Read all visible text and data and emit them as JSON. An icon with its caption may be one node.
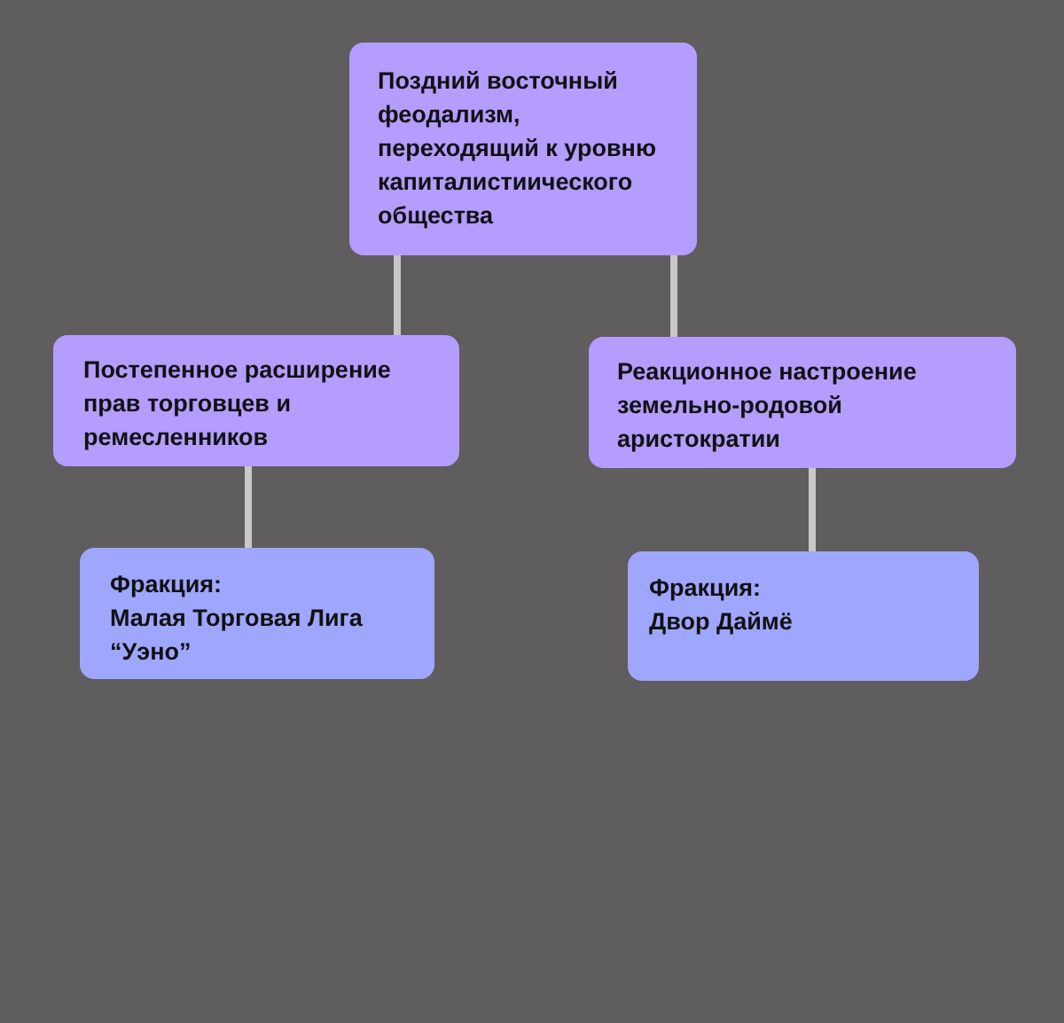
{
  "diagram": {
    "nodes": [
      {
        "text": [
          "Поздний восточный феодализм, переходящий к уровню капиталистиического общества"
        ]
      },
      {
        "text": [
          "Постепенное расширение прав торговцев и ремесленников"
        ]
      },
      {
        "text": [
          "Реакционное настроение земельно-родовой аристократии"
        ]
      },
      {
        "text": [
          "Фракция:",
          "Малая Торговая Лига “Уэно”"
        ]
      },
      {
        "text": [
          "Фракция:",
          "Двор Даймё"
        ]
      }
    ],
    "edges": [
      {
        "from": 0,
        "to": 1,
        "arrow": "none"
      },
      {
        "from": 0,
        "to": 2,
        "arrow": "none"
      },
      {
        "from": 1,
        "to": 3,
        "arrow": "none"
      },
      {
        "from": 2,
        "to": 4,
        "arrow": "none"
      }
    ]
  }
}
